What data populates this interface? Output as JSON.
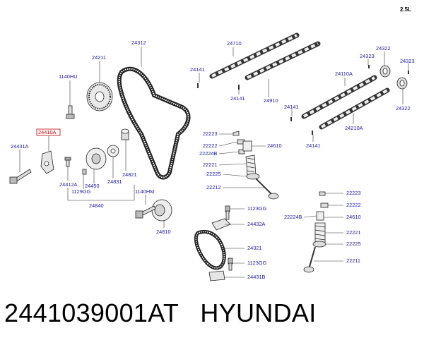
{
  "engine": "2.5L",
  "caption": "2441039001AT   HYUNDAI",
  "callouts": {
    "c24312": "24312",
    "c24211": "24211",
    "c1140HU": "1140HU",
    "c24410A": "24410A",
    "c24431A": "24431A",
    "c24412A": "24412A",
    "c1129GG": "1129GG",
    "c24450": "24450",
    "c24831": "24831",
    "c24821": "24821",
    "c24840": "24840",
    "c1140HM": "1140HM",
    "c24810": "24810",
    "c24710": "24710",
    "c24141a": "24141",
    "c24141b": "24141",
    "c24910": "24910",
    "c24141c": "24141",
    "c24141d": "24141",
    "c24323a": "24323",
    "c24322a": "24322",
    "c24323b": "24323",
    "c24110A": "24110A",
    "c24322b": "24322",
    "c24210A": "24210A",
    "c22223a": "22223",
    "c22222a": "22222",
    "c22224Ba": "22224B",
    "c24610a": "24610",
    "c22221a": "22221",
    "c22225a": "22225",
    "c22212": "22212",
    "c1123GGa": "1123GG",
    "c24432A": "24432A",
    "c24321": "24321",
    "c1123GGb": "1123GG",
    "c24431B": "24431B",
    "c22223b": "22223",
    "c22222b": "22222",
    "c22224Bb": "22224B",
    "c24610b": "24610",
    "c22221b": "22221",
    "c22225b": "22225",
    "c22211": "22211"
  }
}
